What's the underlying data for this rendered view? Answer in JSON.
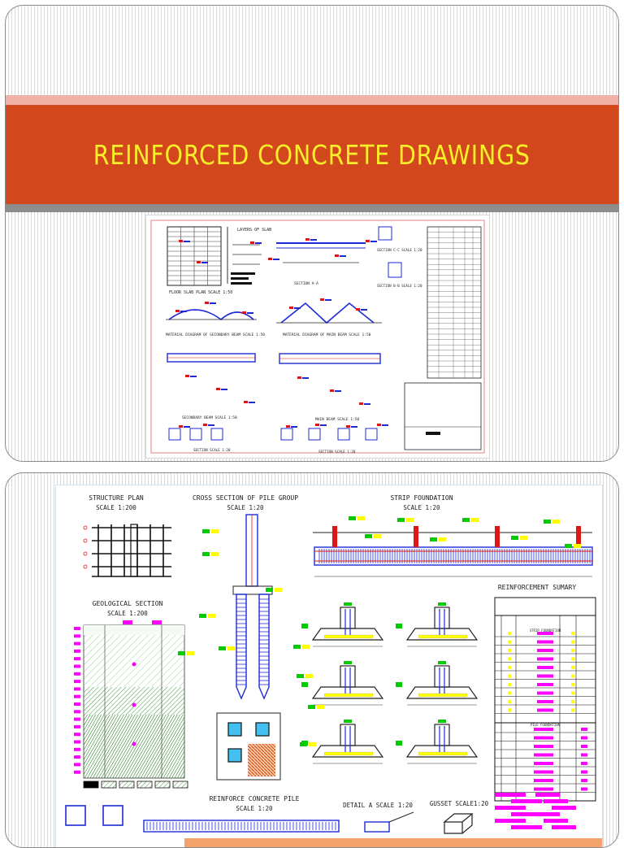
{
  "slides": [
    {
      "title": "REINFORCED CONCRETE DRAWINGS",
      "colors": {
        "title_band": "#d3471c",
        "title_text": "#f7ef2a",
        "band_top": "#f0b1a6",
        "band_bottom": "#8d8d8d"
      },
      "drawing": {
        "labels": {
          "layers_of_slab": "LAYERS OF SLAB",
          "floor_slab_plan": "FLOOR SLAB PLAN  SCALE 1:50",
          "section_aa": "SECTION A-A",
          "section_cc": "SECTION C-C  SCALE 1:20",
          "section_bb": "SECTION B-B  SCALE 1:20",
          "material_secondary": "MATERIAL DIAGRAM OF SECONDARY BEAM  SCALE 1:50",
          "material_main": "MATERIAL DIAGRAM OF MAIN BEAM  SCALE 1:50",
          "secondary_beam": "SECONDARY BEAM  SCALE 1:50",
          "main_beam": "MAIN BEAM  SCALE 1:50",
          "section_left": "SECTION  SCALE 1:20",
          "section_right": "SECTION  SCALE 1:20"
        }
      }
    },
    {
      "drawing": {
        "labels": {
          "structure_plan": "STRUCTURE PLAN",
          "structure_plan_scale": "SCALE 1:200",
          "cross_section": "CROSS SECTION OF PILE GROUP",
          "cross_section_scale": "SCALE 1:20",
          "strip_foundation": "STRIP FOUNDATION",
          "strip_foundation_scale": "SCALE 1:20",
          "geological_section": "GEOLOGICAL SECTION",
          "geological_section_scale": "SCALE 1:200",
          "reinforcement_summary": "REINFORCEMENT SUMARY",
          "reinforce_concrete_pile": "REINFORCE CONCRETE PILE",
          "reinforce_concrete_pile_scale": "SCALE 1:20",
          "detail_a": "DETAIL A SCALE 1:20",
          "gusset": "GUSSET SCALE1:20",
          "strip_foundation_table": "STRIP FOUNDATION",
          "pile_foundation_table": "PILE FOUNDATION"
        },
        "colors": {
          "accent_magenta": "#ff00ff",
          "accent_green": "#00cc00",
          "accent_yellow": "#ffff00",
          "rebar_blue": "#1e2ad6",
          "rebar_red": "#e01515",
          "orange_bar": "#f4a36c"
        }
      }
    }
  ]
}
